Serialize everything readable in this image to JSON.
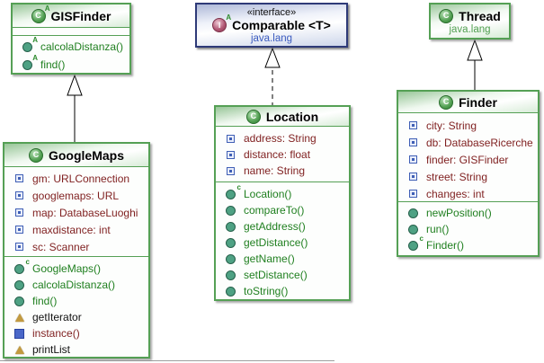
{
  "icons": {
    "class_letter": "C",
    "interface_letter": "I",
    "abstract_marker": "A",
    "constructor_marker": "c",
    "field_icon": "blue-square",
    "method_icon": "green-circle",
    "static_method_icon": "blue-filled-square",
    "misc_member_icon": "tan-triangle"
  },
  "colors": {
    "class_border": "#55a055",
    "interface_border": "#2e3a78",
    "field_text": "#7f1f1f",
    "method_text": "#1f7f1f",
    "package_text_green": "#4f9f4f",
    "package_text_blue": "#3b5bbf",
    "header_gradient_green": "#98c698",
    "header_gradient_blue": "#aeb9d8"
  },
  "classes": {
    "gisfinder": {
      "name": "GISFinder",
      "kind": "abstract class",
      "fields": [],
      "methods": [
        "calcolaDistanza()",
        "find()"
      ]
    },
    "comparable": {
      "stereotype": "«interface»",
      "name": "Comparable <T>",
      "package": "java.lang",
      "kind": "interface"
    },
    "thread": {
      "name": "Thread",
      "package": "java.lang",
      "kind": "class"
    },
    "googlemaps": {
      "name": "GoogleMaps",
      "kind": "class",
      "fields": [
        "gm: URLConnection",
        "googlemaps: URL",
        "map: DatabaseLuoghi",
        "maxdistance: int",
        "sc: Scanner"
      ],
      "methods": [
        "GoogleMaps()",
        "calcolaDistanza()",
        "find()",
        "getIterator",
        "instance()",
        "printList"
      ]
    },
    "location": {
      "name": "Location",
      "kind": "class",
      "fields": [
        "address: String",
        "distance: float",
        "name: String"
      ],
      "methods": [
        "Location()",
        "compareTo()",
        "getAddress()",
        "getDistance()",
        "getName()",
        "setDistance()",
        "toString()"
      ]
    },
    "finder": {
      "name": "Finder",
      "kind": "class",
      "fields": [
        "city: String",
        "db: DatabaseRicerche",
        "finder: GISFinder",
        "street: String",
        "changes: int"
      ],
      "methods": [
        "newPosition()",
        "run()",
        "Finder()"
      ]
    }
  },
  "relations": [
    {
      "from": "GoogleMaps",
      "to": "GISFinder",
      "type": "extends"
    },
    {
      "from": "Location",
      "to": "Comparable",
      "type": "implements"
    },
    {
      "from": "Finder",
      "to": "Thread",
      "type": "extends"
    }
  ]
}
